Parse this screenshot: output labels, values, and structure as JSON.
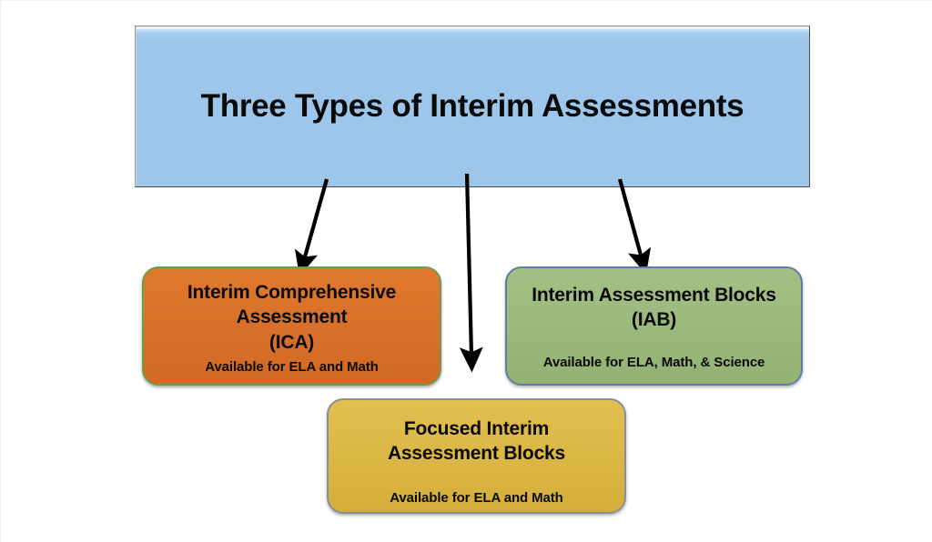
{
  "diagram": {
    "title": "Three Types of Interim Assessments",
    "background_color": "#ffffff",
    "header": {
      "label": "Three Types of Interim Assessments",
      "fill_color": "#9dc6ea",
      "border_color": "#9a9a9a"
    },
    "nodes": [
      {
        "id": "ica",
        "line1": "Interim Comprehensive",
        "line2": "Assessment",
        "line3": "(ICA)",
        "availability": "Available for ELA and Math",
        "fill_color": "#d9712a",
        "border_color": "#6f9c4a"
      },
      {
        "id": "iab",
        "line1": "Interim Assessment Blocks",
        "line2": "(IAB)",
        "availability": "Available for ELA, Math, & Science",
        "fill_color": "#9cba7d",
        "border_color": "#5b7ea8"
      },
      {
        "id": "fiab",
        "line1": "Focused Interim",
        "line2": "Assessment Blocks",
        "availability": "Available for ELA and Math",
        "fill_color": "#dbb745",
        "border_color": "#8a8f96"
      }
    ],
    "connectors": [
      {
        "id": "header-to-ica",
        "from": "header",
        "to": "ica",
        "style": "arrow",
        "color": "#000000"
      },
      {
        "id": "header-to-fiab",
        "from": "header",
        "to": "fiab",
        "style": "arrow",
        "color": "#000000"
      },
      {
        "id": "header-to-iab",
        "from": "header",
        "to": "iab",
        "style": "arrow",
        "color": "#000000"
      }
    ]
  }
}
